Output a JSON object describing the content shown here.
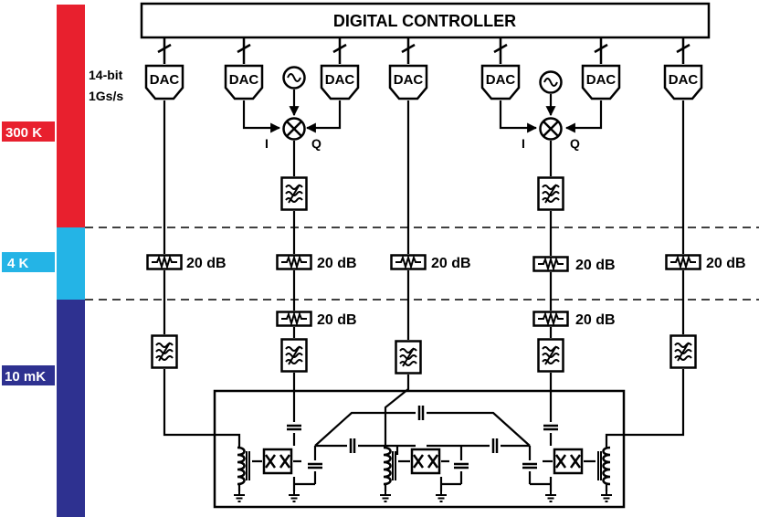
{
  "controller": {
    "label": "DIGITAL CONTROLLER"
  },
  "dac": {
    "label": "DAC",
    "spec_line1": "14-bit",
    "spec_line2": "1Gs/s"
  },
  "mixer": {
    "i_label": "I",
    "q_label": "Q"
  },
  "attenuator": {
    "label": "20 dB"
  },
  "temperature_stages": [
    {
      "label": "300 K",
      "color": "#e8202e"
    },
    {
      "label": "4 K",
      "color": "#24b4e6"
    },
    {
      "label": "10 mK",
      "color": "#2e3190"
    }
  ]
}
